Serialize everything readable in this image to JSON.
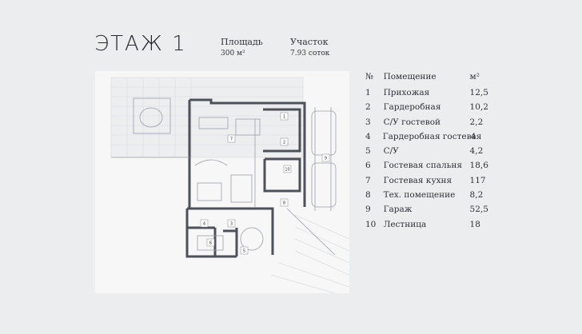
{
  "header": {
    "floor_title": "ЭТАЖ 1",
    "area_label": "Площадь",
    "area_value": "300 м²",
    "plot_label": "Участок",
    "plot_value": "7.93 соток"
  },
  "rooms_table": {
    "columns": [
      "№",
      "Помещение",
      "м²"
    ],
    "rows": [
      {
        "no": "1",
        "name": "Прихожая",
        "area": "12,5"
      },
      {
        "no": "2",
        "name": "Гардеробная",
        "area": "10,2"
      },
      {
        "no": "3",
        "name": "С/У гостевой",
        "area": "2,2"
      },
      {
        "no": "4",
        "name": "Гардеробная гостевая",
        "area": "4"
      },
      {
        "no": "5",
        "name": "С/У",
        "area": "4,2"
      },
      {
        "no": "6",
        "name": "Гостевая спальня",
        "area": "18,6"
      },
      {
        "no": "7",
        "name": "Гостевая кухня",
        "area": "117"
      },
      {
        "no": "8",
        "name": "Тех. помещение",
        "area": "8,2"
      },
      {
        "no": "9",
        "name": "Гараж",
        "area": "52,5"
      },
      {
        "no": "10",
        "name": "Лестница",
        "area": "18"
      }
    ]
  },
  "plan": {
    "room_markers": [
      "1",
      "2",
      "3",
      "4",
      "5",
      "6",
      "7",
      "8",
      "9",
      "10"
    ]
  }
}
